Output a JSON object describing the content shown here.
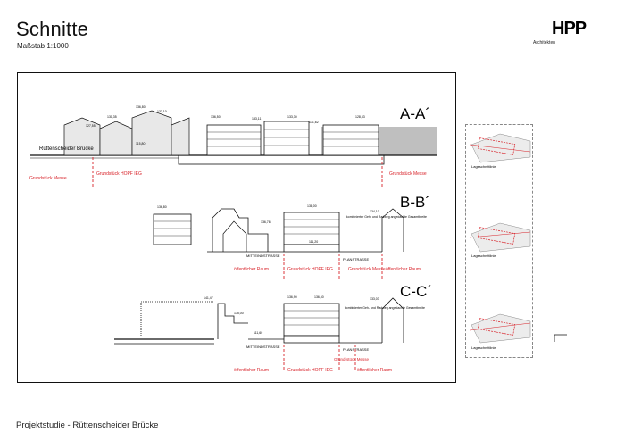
{
  "header": {
    "title": "Schnitte",
    "scale": "Maßstab 1:1000",
    "logo_text": "HPP",
    "logo_subtitle": "Architekten"
  },
  "sections": {
    "aa": {
      "label": "A-A´",
      "bridge_label": "Rüttenscheider Brücke",
      "red_labels": [
        "Grundstück Messe",
        "Grundstück HOPF IEG",
        "Grundstück Messe"
      ],
      "heights": [
        "136,80",
        "133,10",
        "131,35",
        "127,55",
        "115,80",
        "136,50",
        "133,11",
        "133,30",
        "131,62",
        "128,33"
      ]
    },
    "bb": {
      "label": "B-B´",
      "street_labels": [
        "MITTEINDSTRASSE",
        "PLANSTRASSE"
      ],
      "red_labels": [
        "öffentlicher Raum",
        "Grundstück HOPF IEG",
        "Grundstück Messe",
        "öffentlicher Raum"
      ],
      "note": "kombinierter Geh- und Radweg angedachte Gesamtbreite",
      "heights": [
        "136,80",
        "138,00",
        "136,76",
        "111,20",
        "134,10"
      ]
    },
    "cc": {
      "label": "C-C´",
      "street_labels": [
        "MITTEINDSTRASSE",
        "PLANSTRASSE"
      ],
      "red_labels": [
        "öffentlicher Raum",
        "Grundstück HOPF IEG",
        "Grund-stück Messe",
        "öffentlicher Raum"
      ],
      "note": "kombinierter Geh- und Radweg angedachte Gesamtbreite",
      "heights": [
        "141,47",
        "136,90",
        "136,50",
        "135,00",
        "111,60",
        "133,03"
      ]
    }
  },
  "lageplan": {
    "labels": [
      "Lageschnittlinie",
      "Lageschnittlinie",
      "Lageschnittlinie"
    ]
  },
  "footer": {
    "text": "Projektstudie - Rüttenscheider Brücke"
  },
  "colors": {
    "red": "#d8232a",
    "grey": "#bfbfbf",
    "line": "#111111"
  }
}
